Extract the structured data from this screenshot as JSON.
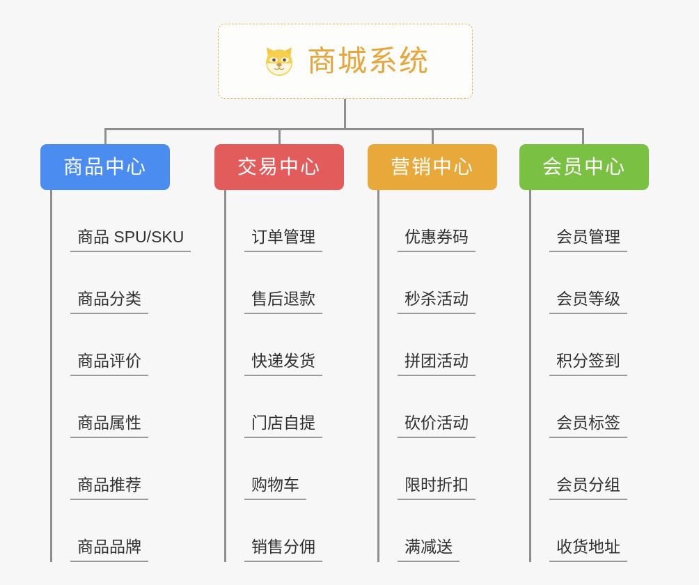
{
  "canvas": {
    "background": "#f7f7f7",
    "connector_color": "#8e8e8e"
  },
  "root": {
    "icon": "shiba-dog-face-icon",
    "title": "商城系统",
    "text_color": "#e5a63c",
    "border_color": "#e8b657",
    "background": "#fdfdfc"
  },
  "branches": [
    {
      "id": "product-center",
      "label": "商品中心",
      "color": "#4a8cf0",
      "items": [
        "商品 SPU/SKU",
        "商品分类",
        "商品评价",
        "商品属性",
        "商品推荐",
        "商品品牌"
      ]
    },
    {
      "id": "trade-center",
      "label": "交易中心",
      "color": "#e35c5c",
      "items": [
        "订单管理",
        "售后退款",
        "快递发货",
        "门店自提",
        "购物车",
        "销售分佣"
      ]
    },
    {
      "id": "marketing-center",
      "label": "营销中心",
      "color": "#e8a93a",
      "items": [
        "优惠券码",
        "秒杀活动",
        "拼团活动",
        "砍价活动",
        "限时折扣",
        "满减送"
      ]
    },
    {
      "id": "member-center",
      "label": "会员中心",
      "color": "#7ac143",
      "items": [
        "会员管理",
        "会员等级",
        "积分签到",
        "会员标签",
        "会员分组",
        "收货地址"
      ]
    }
  ]
}
